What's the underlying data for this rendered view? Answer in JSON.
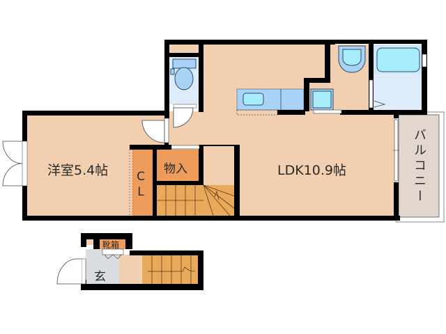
{
  "floorplan": {
    "rooms": {
      "western_room": {
        "label": "洋室5.4帖",
        "type": "bedroom"
      },
      "ldk": {
        "label": "LDK10.9帖",
        "type": "living-dining-kitchen"
      },
      "closet": {
        "label_line1": "C",
        "label_line2": "L",
        "type": "closet"
      },
      "storage": {
        "label": "物入",
        "type": "storage"
      },
      "balcony": {
        "label": "バルコニー",
        "type": "balcony"
      },
      "entrance": {
        "label": "玄",
        "type": "entrance"
      },
      "shoe_box": {
        "label": "靴箱",
        "type": "shoe-cabinet"
      },
      "toilet": {
        "type": "toilet"
      },
      "bathroom": {
        "type": "bath"
      },
      "washroom": {
        "type": "washroom"
      },
      "kitchen": {
        "type": "kitchen-counter"
      },
      "stairs_upper": {
        "type": "stairs"
      },
      "stairs_lower": {
        "type": "stairs"
      }
    },
    "colors": {
      "wall": "#000000",
      "floor": "#f2cfb0",
      "wet_area": "#cfe6fb",
      "fixture": "#a6ecfb",
      "storage": "#ed9c5c",
      "stairs": "#e9a95a",
      "balcony": "#e2d6cf",
      "entrance": "#d8dde2"
    }
  }
}
